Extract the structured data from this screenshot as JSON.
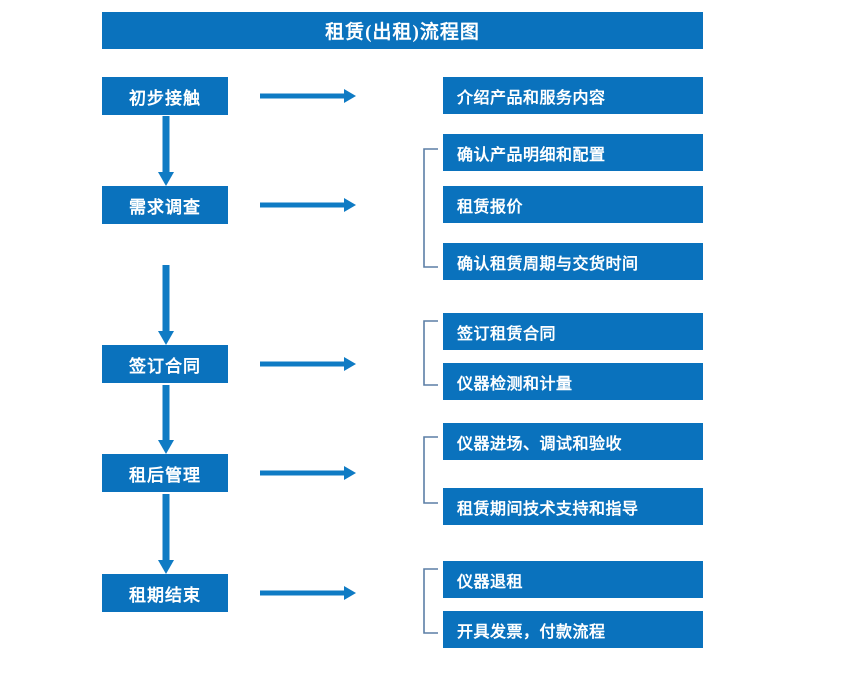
{
  "title": "租赁(出租)流程图",
  "colors": {
    "box_fill": "#0A72BD",
    "box_text": "#FFFFFF",
    "arrow": "#0F7BC4",
    "bracket": "#5B7FA6",
    "background": "#FFFFFF"
  },
  "stages": [
    {
      "label": "初步接触"
    },
    {
      "label": "需求调查"
    },
    {
      "label": "签订合同"
    },
    {
      "label": "租后管理"
    },
    {
      "label": "租期结束"
    }
  ],
  "details": [
    {
      "label": "介绍产品和服务内容"
    },
    {
      "label": "确认产品明细和配置"
    },
    {
      "label": "租赁报价"
    },
    {
      "label": "确认租赁周期与交货时间"
    },
    {
      "label": "签订租赁合同"
    },
    {
      "label": "仪器检测和计量"
    },
    {
      "label": "仪器进场、调试和验收"
    },
    {
      "label": "租赁期间技术支持和指导"
    },
    {
      "label": "仪器退租"
    },
    {
      "label": "开具发票，付款流程"
    }
  ],
  "groups": [
    {
      "stage": "初步接触",
      "items": [
        "介绍产品和服务内容"
      ]
    },
    {
      "stage": "需求调查",
      "items": [
        "确认产品明细和配置",
        "租赁报价",
        "确认租赁周期与交货时间"
      ]
    },
    {
      "stage": "签订合同",
      "items": [
        "签订租赁合同",
        "仪器检测和计量"
      ]
    },
    {
      "stage": "租后管理",
      "items": [
        "仪器进场、调试和验收",
        "租赁期间技术支持和指导"
      ]
    },
    {
      "stage": "租期结束",
      "items": [
        "仪器退租",
        "开具发票，付款流程"
      ]
    }
  ],
  "connectors": {
    "horizontal_arrow_count": 5,
    "vertical_arrow_count": 4,
    "bracket_count": 4
  }
}
